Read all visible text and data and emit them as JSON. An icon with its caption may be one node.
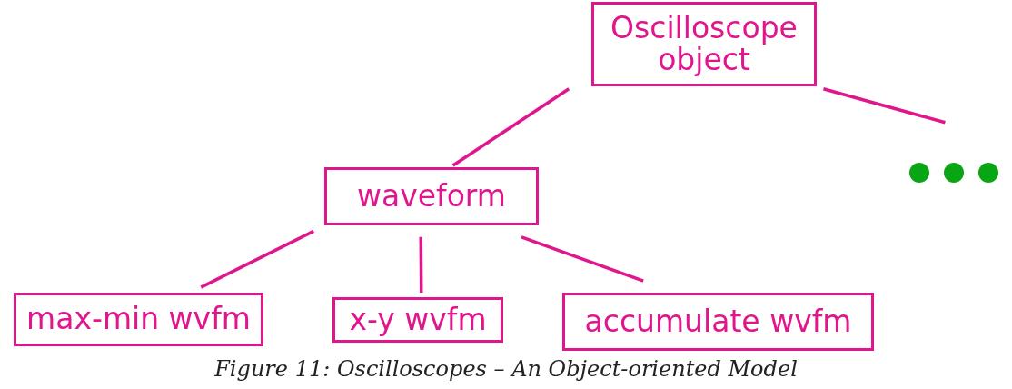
{
  "diagram": {
    "caption": "Figure 11: Oscilloscopes – An Object-oriented Model",
    "nodes": [
      {
        "text": [
          "Oscilloscope object"
        ]
      },
      {
        "text": [
          "waveform"
        ]
      },
      {
        "text": [
          "max-min wvfm"
        ]
      },
      {
        "text": [
          "x-y wvfm"
        ]
      },
      {
        "text": [
          "accumulate wvfm"
        ]
      },
      {
        "text": [],
        "shape": "dots"
      }
    ],
    "edges": [
      {
        "from": 0,
        "to": 1,
        "arrow": "none"
      },
      {
        "from": 0,
        "to": 5,
        "arrow": "none"
      },
      {
        "from": 1,
        "to": 2,
        "arrow": "none"
      },
      {
        "from": 1,
        "to": 3,
        "arrow": "none"
      },
      {
        "from": 1,
        "to": 4,
        "arrow": "none"
      }
    ]
  }
}
